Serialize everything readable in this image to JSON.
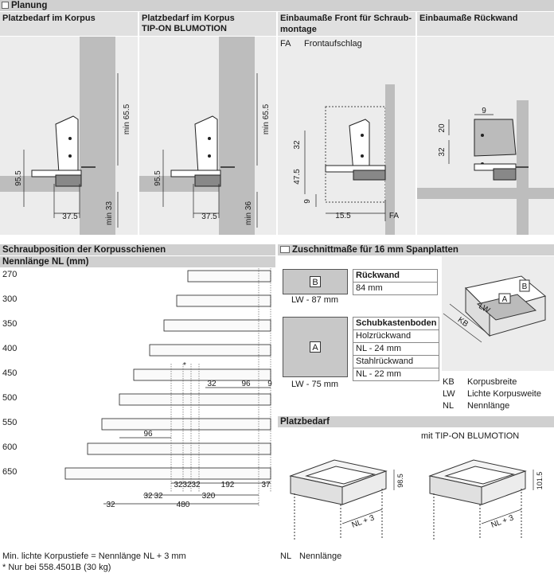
{
  "planung": {
    "title": "Planung",
    "columns": [
      {
        "title_l1": "Platzbedarf im Korpus",
        "title_l2": "",
        "dims": {
          "height": "95.5",
          "top": "min 65.5",
          "depth": "37.5",
          "bottom": "min 33"
        }
      },
      {
        "title_l1": "Platzbedarf im Korpus",
        "title_l2": "TIP-ON BLUMOTION",
        "dims": {
          "height": "95.5",
          "top": "min 65.5",
          "depth": "37.5",
          "bottom": "min 36"
        }
      },
      {
        "title_l1": "Einbaumaße Front für Schraub-",
        "title_l2": "montage",
        "legend_key": "FA",
        "legend_val": "Frontaufschlag",
        "dims": {
          "a": "32",
          "b": "47.5",
          "c": "9",
          "d": "15.5",
          "fa": "FA"
        }
      },
      {
        "title_l1": "Einbaumaße Rückwand",
        "title_l2": "",
        "dims": {
          "top": "9",
          "a": "20",
          "b": "32"
        }
      }
    ]
  },
  "schraub": {
    "title": "Schraubposition der Korpusschienen",
    "subtitle": "Nennlänge NL (mm)",
    "lengths": [
      "270",
      "300",
      "350",
      "400",
      "450",
      "500",
      "550",
      "600",
      "650"
    ],
    "star": "*",
    "dims_450": [
      "32",
      "96",
      "9"
    ],
    "dim_550": "96",
    "dims_bottom_row1": [
      "32",
      "32",
      "32",
      "192",
      "37"
    ],
    "dims_bottom_row2": [
      "32",
      "32",
      "320"
    ],
    "dims_bottom_row3": [
      "32",
      "480"
    ]
  },
  "zuschnitt": {
    "title": "Zuschnittmaße für 16 mm Spanplatten",
    "b_letter": "B",
    "b_dim": "LW - 87 mm",
    "b_head": "Rückwand",
    "b_val": "84 mm",
    "a_letter": "A",
    "a_dim": "LW - 75 mm",
    "a_head": "Schubkastenboden",
    "a_rows": [
      "Holzrückwand",
      "NL - 24 mm",
      "Stahlrückwand",
      "NL - 22 mm"
    ],
    "iso_labels": [
      "A",
      "B",
      "LW",
      "KB"
    ],
    "legend": [
      {
        "k": "KB",
        "v": "Korpusbreite"
      },
      {
        "k": "LW",
        "v": "Lichte Korpusweite"
      },
      {
        "k": "NL",
        "v": "Nennlänge"
      }
    ]
  },
  "platzbedarf": {
    "title": "Platzbedarf",
    "right_caption": "mit TIP-ON BLUMOTION",
    "left_h": "98.5",
    "right_h": "101.5",
    "left_nl": "NL + 3",
    "right_nl": "NL + 3"
  },
  "footer": {
    "line1": "Min. lichte Korpustiefe = Nennlänge NL + 3 mm",
    "line2": "* Nur bei 558.4501B (30 kg)",
    "nl_key": "NL",
    "nl_val": "Nennlänge"
  }
}
